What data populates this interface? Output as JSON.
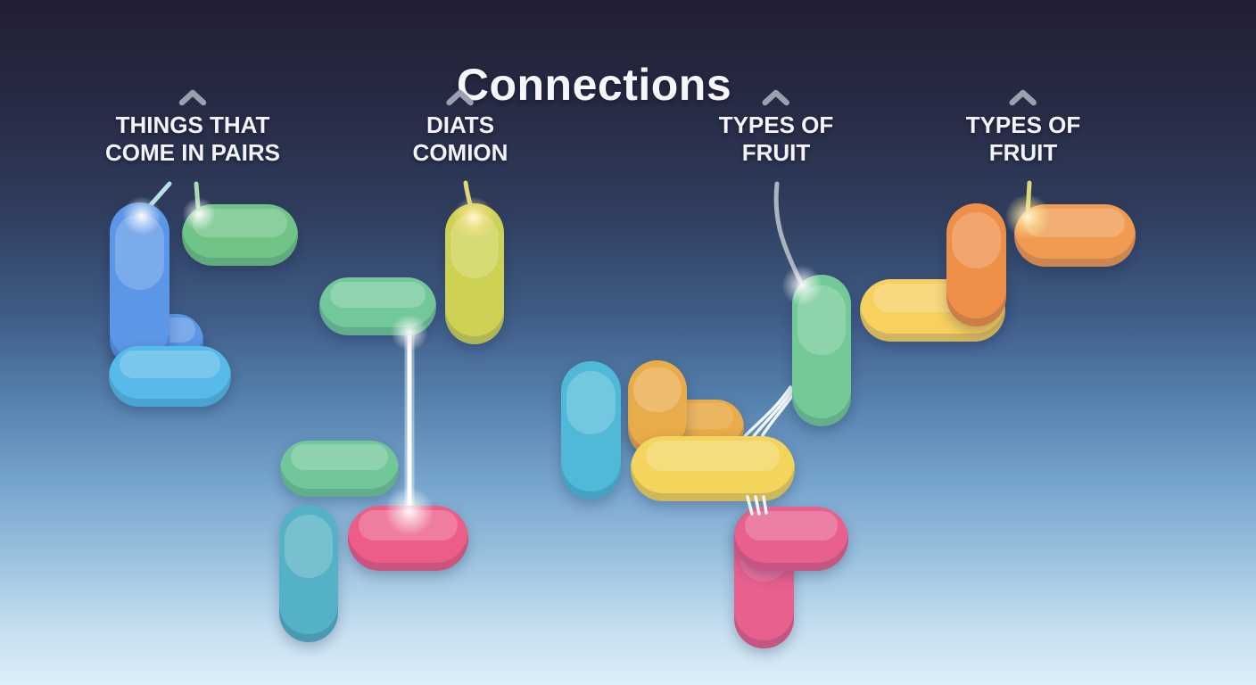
{
  "title": "Connections",
  "categories": [
    {
      "line1": "THINGS THAT",
      "line2": "COME IN PAIRS"
    },
    {
      "line1": "DIATS",
      "line2": "COMION"
    },
    {
      "line1": "TYPES OF",
      "line2": "FRUIT"
    },
    {
      "line1": "TYPES OF",
      "line2": "FRUIT"
    }
  ],
  "colors": {
    "bg_top": "#221f33",
    "bg_mid": "#3f5c86",
    "bg_bottom": "#ddeef8",
    "title_text": "#f7f6fa",
    "label_text": "#f4f3f7",
    "chevron": "#9aa0ae",
    "line_teal": "#b8e2e2",
    "line_green": "#a9dcb2",
    "line_yellow": "#ded77c",
    "line_gray": "#aab4be",
    "line_white": "#ffffff"
  },
  "pieces": {
    "pairs_blue_vertical": "#5b97e6",
    "pairs_blue_horizontal": "#58bae9",
    "pairs_green": "#70c487",
    "diats_green_upper": "#73c89b",
    "diats_chartreuse_vertical": "#ced254",
    "diats_green_lower": "#72c79a",
    "diats_teal_vertical": "#55b1c5",
    "diats_pink": "#ec5d87",
    "fruit_teal_vertical": "#51b9d8",
    "fruit_mustard_elbow": "#e9ac4b",
    "fruit_yellow": "#f3d45c",
    "fruit_pink_elbow": "#e7608e",
    "fruit_green_vertical": "#74c997",
    "fruit2_yellow": "#f7d05f",
    "fruit2_orange_vertical": "#ef9049",
    "fruit2_orange": "#f09a52"
  }
}
